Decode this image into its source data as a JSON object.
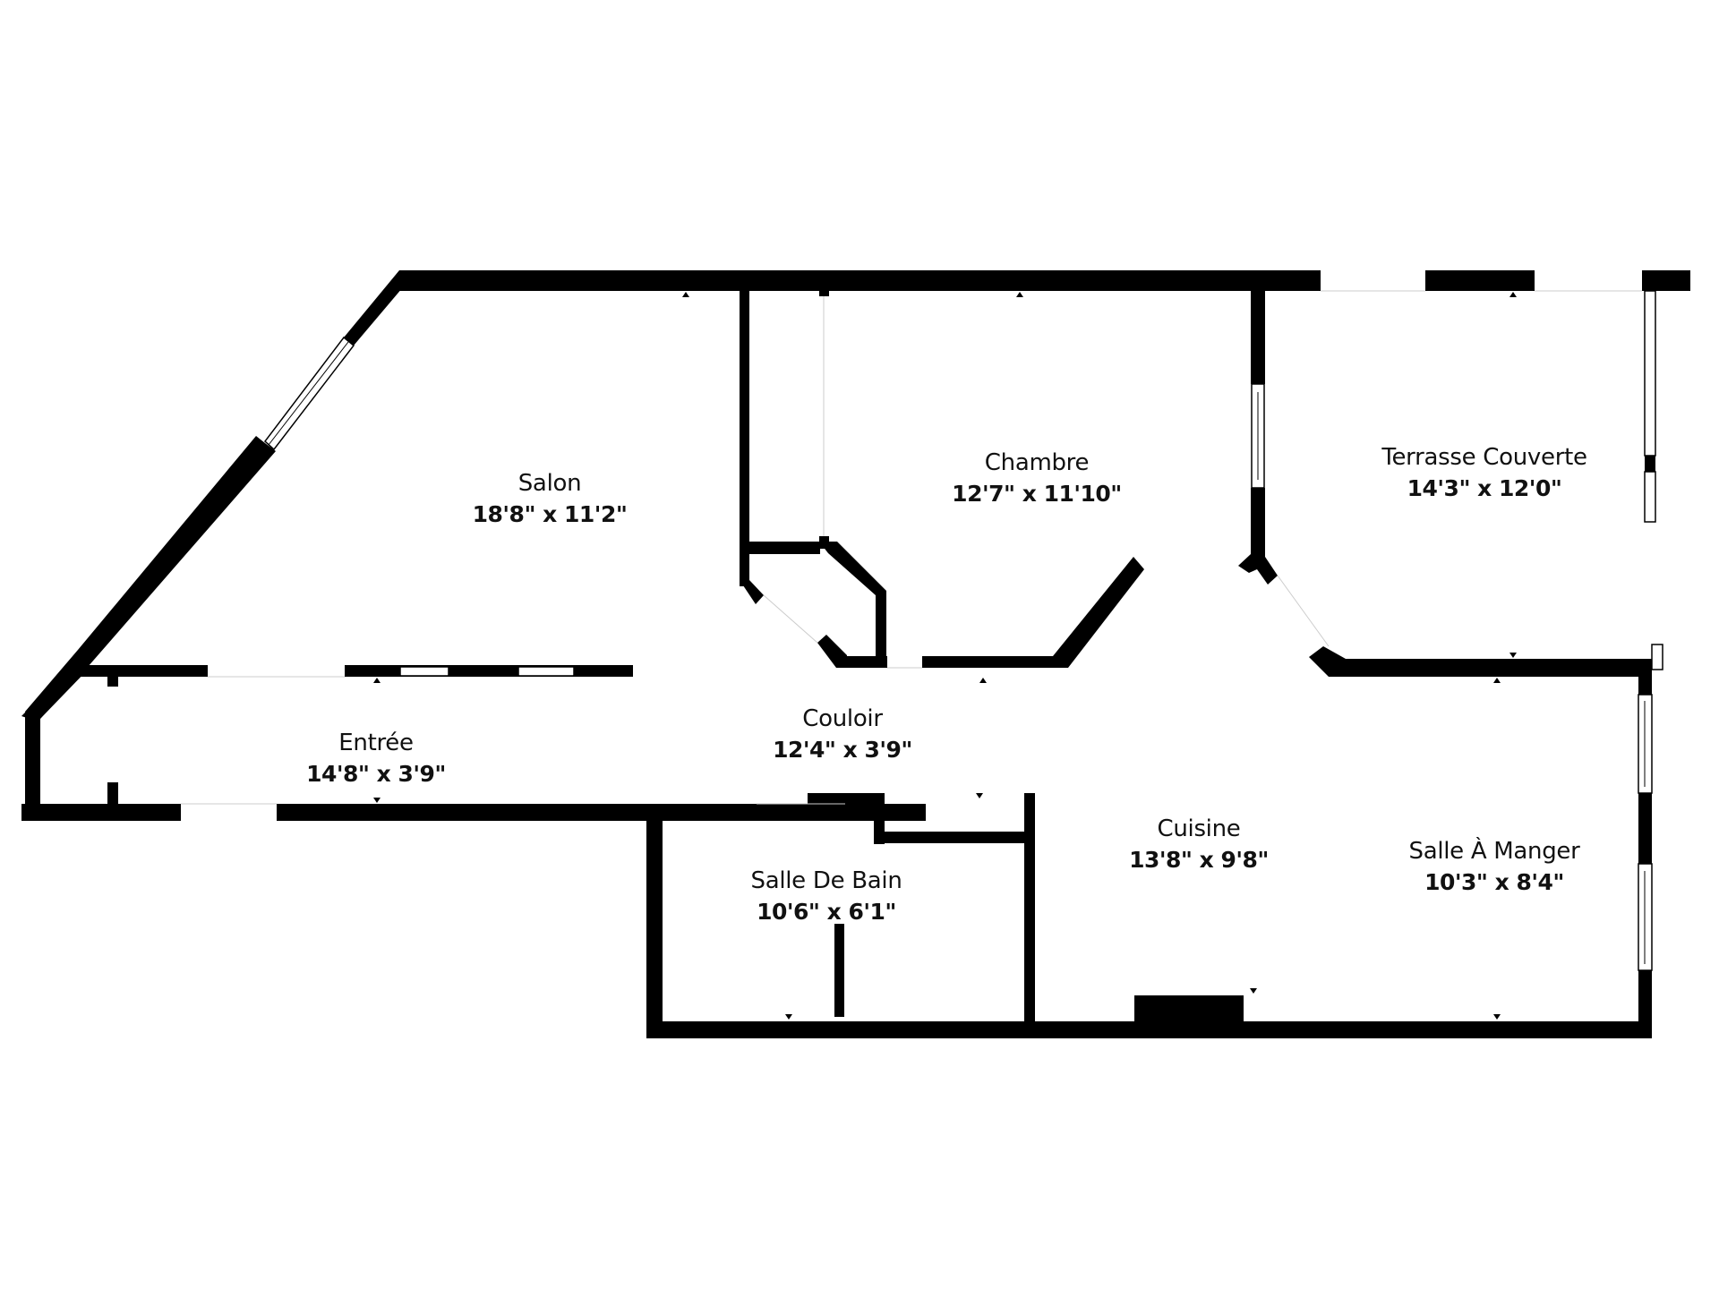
{
  "floor_plan": {
    "wall_color": "#000000",
    "background_color": "#ffffff",
    "rooms": [
      {
        "id": "salon",
        "name": "Salon",
        "dimensions": "18'8\" x 11'2\""
      },
      {
        "id": "chambre",
        "name": "Chambre",
        "dimensions": "12'7\" x 11'10\""
      },
      {
        "id": "terrasse",
        "name": "Terrasse Couverte",
        "dimensions": "14'3\" x 12'0\""
      },
      {
        "id": "entree",
        "name": "Entrée",
        "dimensions": "14'8\" x 3'9\""
      },
      {
        "id": "couloir",
        "name": "Couloir",
        "dimensions": "12'4\" x 3'9\""
      },
      {
        "id": "salle-de-bain",
        "name": "Salle De Bain",
        "dimensions": "10'6\" x 6'1\""
      },
      {
        "id": "cuisine",
        "name": "Cuisine",
        "dimensions": "13'8\" x 9'8\""
      },
      {
        "id": "salle-a-manger",
        "name": "Salle À Manger",
        "dimensions": "10'3\" x 8'4\""
      }
    ]
  }
}
